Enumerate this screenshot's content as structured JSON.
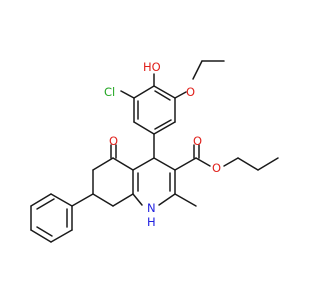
{
  "atoms": {
    "cl": "Cl",
    "oh": "HO",
    "o_ethoxy": "O",
    "o_ketone": "O",
    "o_carbonyl": "O",
    "o_ester": "O",
    "nh_h": "H",
    "nh_n": "N"
  },
  "colors": {
    "bond": "#1a1a1a",
    "chlorine": "#23a623",
    "oxygen": "#e0201b",
    "nitrogen": "#2020e0"
  }
}
